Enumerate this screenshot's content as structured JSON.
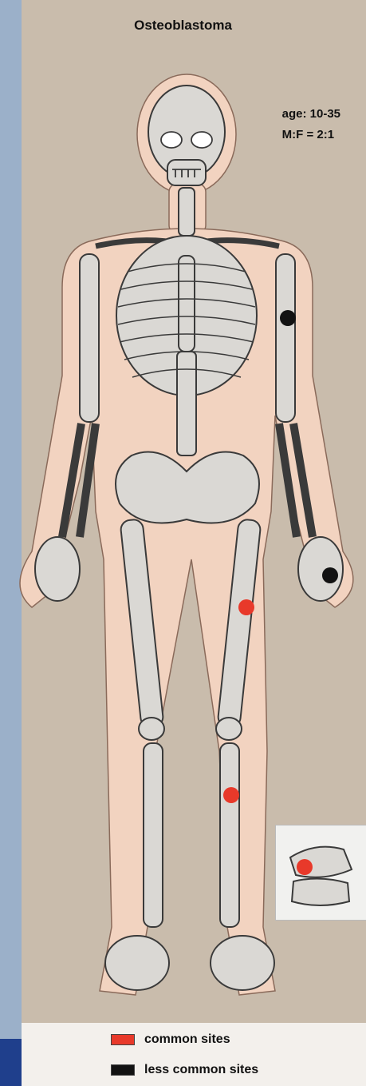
{
  "title": "Osteoblastoma",
  "meta": {
    "age": "age: 10-35",
    "ratio": "M:F = 2:1"
  },
  "legend": {
    "common_label": "common sites",
    "less_common_label": "less common sites"
  },
  "colors": {
    "background": "#c9bcac",
    "skin": "#f2d3c0",
    "bone": "#dad8d4",
    "bone_outline": "#3a3a3a",
    "common_site": "#e8392a",
    "less_common_site": "#121212",
    "legend_panel": "#f3f0ec"
  },
  "icons": {
    "common_swatch": "red-square",
    "less_common_swatch": "black-square"
  }
}
